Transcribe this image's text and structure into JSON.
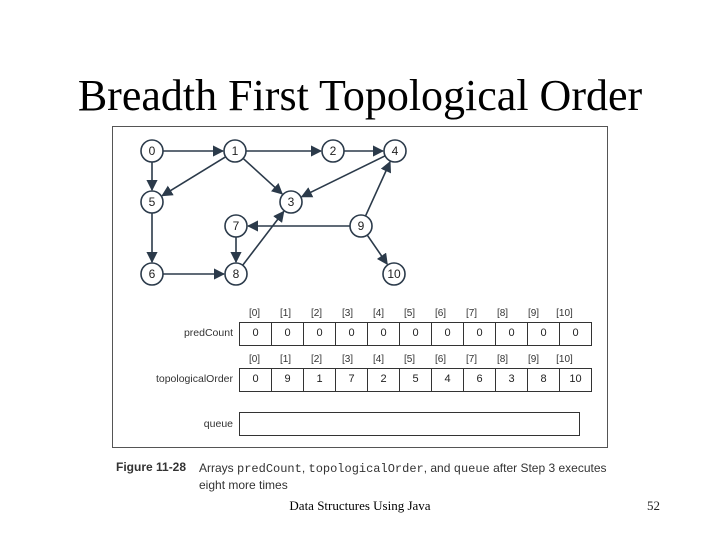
{
  "slide": {
    "title": "Breadth First Topological Order",
    "footer": "Data Structures Using Java",
    "page_number": "52"
  },
  "graph": {
    "nodes": [
      "0",
      "1",
      "2",
      "3",
      "4",
      "5",
      "6",
      "7",
      "8",
      "9",
      "10"
    ],
    "edges": [
      [
        "0",
        "1"
      ],
      [
        "0",
        "5"
      ],
      [
        "1",
        "2"
      ],
      [
        "1",
        "3"
      ],
      [
        "1",
        "5"
      ],
      [
        "2",
        "4"
      ],
      [
        "4",
        "3"
      ],
      [
        "5",
        "6"
      ],
      [
        "6",
        "8"
      ],
      [
        "7",
        "8"
      ],
      [
        "8",
        "3"
      ],
      [
        "9",
        "4"
      ],
      [
        "9",
        "7"
      ],
      [
        "9",
        "10"
      ]
    ]
  },
  "arrays": {
    "indices": [
      "[0]",
      "[1]",
      "[2]",
      "[3]",
      "[4]",
      "[5]",
      "[6]",
      "[7]",
      "[8]",
      "[9]",
      "[10]"
    ],
    "predCount": {
      "label": "predCount",
      "values": [
        "0",
        "0",
        "0",
        "0",
        "0",
        "0",
        "0",
        "0",
        "0",
        "0",
        "0"
      ]
    },
    "topologicalOrder": {
      "label": "topologicalOrder",
      "values": [
        "0",
        "9",
        "1",
        "7",
        "2",
        "5",
        "4",
        "6",
        "3",
        "8",
        "10"
      ]
    },
    "queue": {
      "label": "queue"
    }
  },
  "caption": {
    "figure_label": "Figure 11-28",
    "text_part1": "Arrays ",
    "code1": "predCount",
    "text_part2": ", ",
    "code2": "topologicalOrder",
    "text_part3": ", and ",
    "code3": "queue",
    "text_part4": " after Step 3 executes eight more times"
  }
}
